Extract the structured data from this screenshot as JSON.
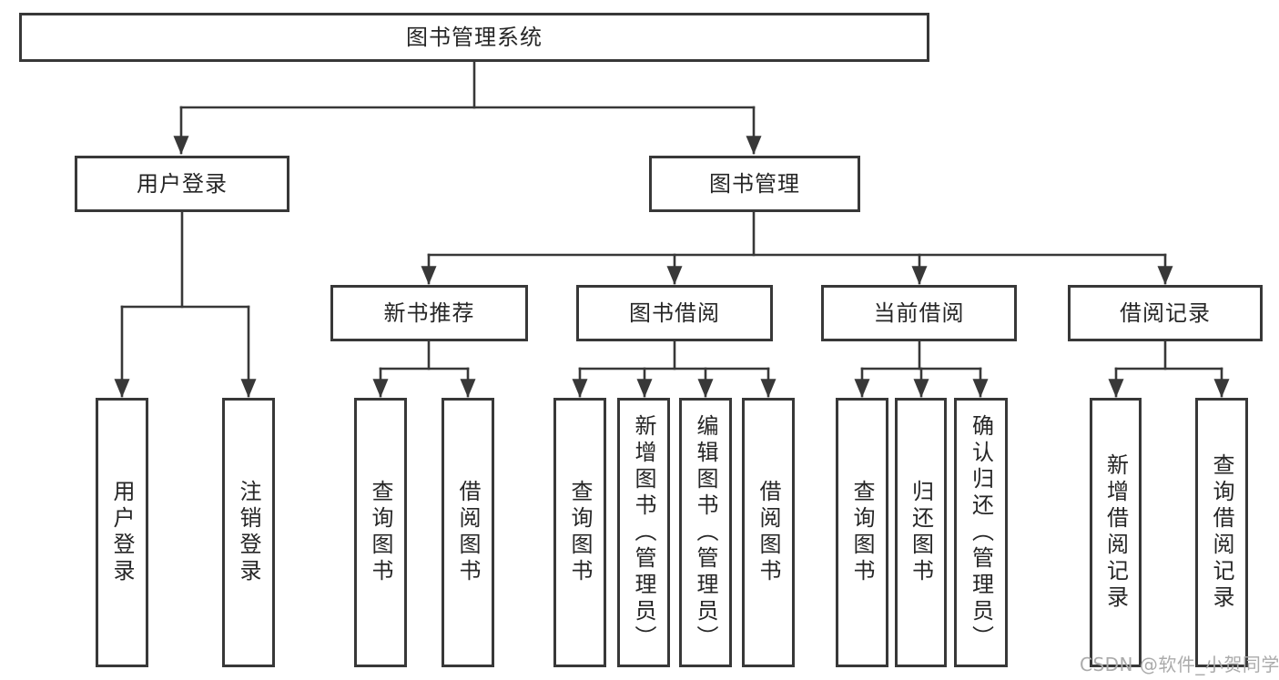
{
  "diagram": {
    "type": "tree",
    "nodes": {
      "root": "图书管理系统",
      "user_login": "用户登录",
      "book_mgmt": "图书管理",
      "new_books": "新书推荐",
      "book_borrow": "图书借阅",
      "current_borrow": "当前借阅",
      "borrow_records": "借阅记录",
      "login_children": [
        "用户登录",
        "注销登录"
      ],
      "new_books_children": [
        "查询图书",
        "借阅图书"
      ],
      "book_borrow_children": [
        "查询图书",
        "新增图书（管理员）",
        "编辑图书（管理员）",
        "借阅图书"
      ],
      "current_borrow_children": [
        "查询图书",
        "归还图书",
        "确认归还（管理员）"
      ],
      "borrow_records_children": [
        "新增借阅记录",
        "查询借阅记录"
      ]
    },
    "hierarchy": {
      "图书管理系统": {
        "用户登录": [
          "用户登录",
          "注销登录"
        ],
        "图书管理": {
          "新书推荐": [
            "查询图书",
            "借阅图书"
          ],
          "图书借阅": [
            "查询图书",
            "新增图书（管理员）",
            "编辑图书（管理员）",
            "借阅图书"
          ],
          "当前借阅": [
            "查询图书",
            "归还图书",
            "确认归还（管理员）"
          ],
          "借阅记录": [
            "新增借阅记录",
            "查询借阅记录"
          ]
        }
      }
    }
  },
  "watermark": "CSDN @软件_小贺同学",
  "colors": {
    "line": "#383838",
    "node_border": "#383838",
    "text": "#262626",
    "watermark": "#ababab",
    "background": "#ffffff"
  }
}
